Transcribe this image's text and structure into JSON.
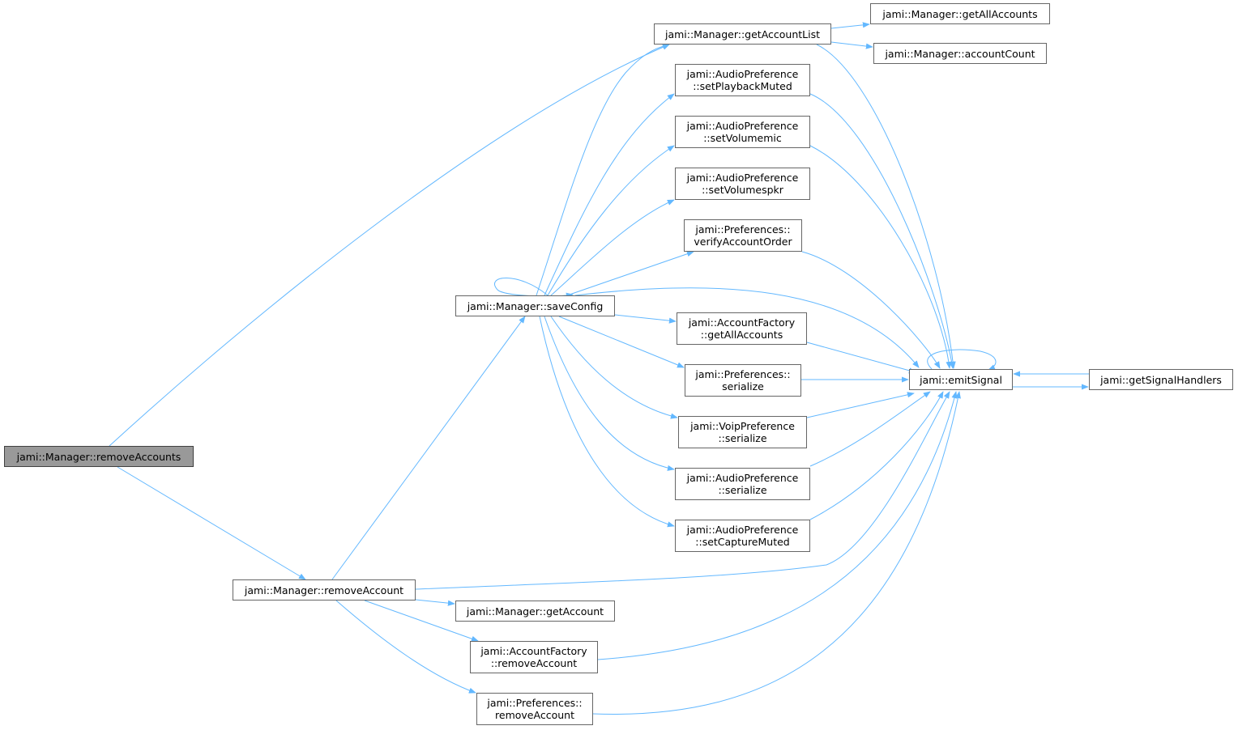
{
  "diagram": {
    "colors": {
      "edge": "#63b8ff",
      "node_border": "#666666",
      "root_fill": "#999999",
      "background": "#ffffff"
    },
    "nodes": [
      {
        "id": "removeAccounts",
        "lines": [
          "jami::Manager::removeAccounts"
        ],
        "root": true
      },
      {
        "id": "getAccountList",
        "lines": [
          "jami::Manager::getAccountList"
        ]
      },
      {
        "id": "getAllAccountsMgr",
        "lines": [
          "jami::Manager::getAllAccounts"
        ]
      },
      {
        "id": "accountCount",
        "lines": [
          "jami::Manager::accountCount"
        ]
      },
      {
        "id": "setPlaybackMuted",
        "lines": [
          "jami::AudioPreference",
          "::setPlaybackMuted"
        ]
      },
      {
        "id": "setVolumemic",
        "lines": [
          "jami::AudioPreference",
          "::setVolumemic"
        ]
      },
      {
        "id": "setVolumespkr",
        "lines": [
          "jami::AudioPreference",
          "::setVolumespkr"
        ]
      },
      {
        "id": "verifyAccountOrder",
        "lines": [
          "jami::Preferences::",
          "verifyAccountOrder"
        ]
      },
      {
        "id": "saveConfig",
        "lines": [
          "jami::Manager::saveConfig"
        ]
      },
      {
        "id": "factoryGetAllAccounts",
        "lines": [
          "jami::AccountFactory",
          "::getAllAccounts"
        ]
      },
      {
        "id": "prefSerialize",
        "lines": [
          "jami::Preferences::",
          "serialize"
        ]
      },
      {
        "id": "voipSerialize",
        "lines": [
          "jami::VoipPreference",
          "::serialize"
        ]
      },
      {
        "id": "audioSerialize",
        "lines": [
          "jami::AudioPreference",
          "::serialize"
        ]
      },
      {
        "id": "setCaptureMuted",
        "lines": [
          "jami::AudioPreference",
          "::setCaptureMuted"
        ]
      },
      {
        "id": "emitSignal",
        "lines": [
          "jami::emitSignal"
        ]
      },
      {
        "id": "getSignalHandlers",
        "lines": [
          "jami::getSignalHandlers"
        ]
      },
      {
        "id": "removeAccount",
        "lines": [
          "jami::Manager::removeAccount"
        ]
      },
      {
        "id": "getAccount",
        "lines": [
          "jami::Manager::getAccount"
        ]
      },
      {
        "id": "factoryRemoveAccount",
        "lines": [
          "jami::AccountFactory",
          "::removeAccount"
        ]
      },
      {
        "id": "prefRemoveAccount",
        "lines": [
          "jami::Preferences::",
          "removeAccount"
        ]
      }
    ],
    "edges": [
      [
        "removeAccounts",
        "getAccountList"
      ],
      [
        "removeAccounts",
        "removeAccount"
      ],
      [
        "getAccountList",
        "getAllAccountsMgr"
      ],
      [
        "getAccountList",
        "accountCount"
      ],
      [
        "getAccountList",
        "emitSignal"
      ],
      [
        "saveConfig",
        "saveConfig"
      ],
      [
        "saveConfig",
        "getAccountList"
      ],
      [
        "saveConfig",
        "setPlaybackMuted"
      ],
      [
        "saveConfig",
        "setVolumemic"
      ],
      [
        "saveConfig",
        "setVolumespkr"
      ],
      [
        "saveConfig",
        "verifyAccountOrder"
      ],
      [
        "saveConfig",
        "emitSignal"
      ],
      [
        "saveConfig",
        "factoryGetAllAccounts"
      ],
      [
        "saveConfig",
        "prefSerialize"
      ],
      [
        "saveConfig",
        "voipSerialize"
      ],
      [
        "saveConfig",
        "audioSerialize"
      ],
      [
        "saveConfig",
        "setCaptureMuted"
      ],
      [
        "setPlaybackMuted",
        "emitSignal"
      ],
      [
        "setVolumemic",
        "emitSignal"
      ],
      [
        "verifyAccountOrder",
        "emitSignal"
      ],
      [
        "factoryGetAllAccounts",
        "emitSignal"
      ],
      [
        "prefSerialize",
        "emitSignal"
      ],
      [
        "voipSerialize",
        "emitSignal"
      ],
      [
        "audioSerialize",
        "emitSignal"
      ],
      [
        "setCaptureMuted",
        "emitSignal"
      ],
      [
        "emitSignal",
        "emitSignal"
      ],
      [
        "emitSignal",
        "getSignalHandlers"
      ],
      [
        "getSignalHandlers",
        "emitSignal"
      ],
      [
        "removeAccount",
        "saveConfig"
      ],
      [
        "removeAccount",
        "emitSignal"
      ],
      [
        "removeAccount",
        "getAccount"
      ],
      [
        "removeAccount",
        "factoryRemoveAccount"
      ],
      [
        "removeAccount",
        "prefRemoveAccount"
      ],
      [
        "factoryRemoveAccount",
        "emitSignal"
      ],
      [
        "prefRemoveAccount",
        "emitSignal"
      ]
    ]
  }
}
